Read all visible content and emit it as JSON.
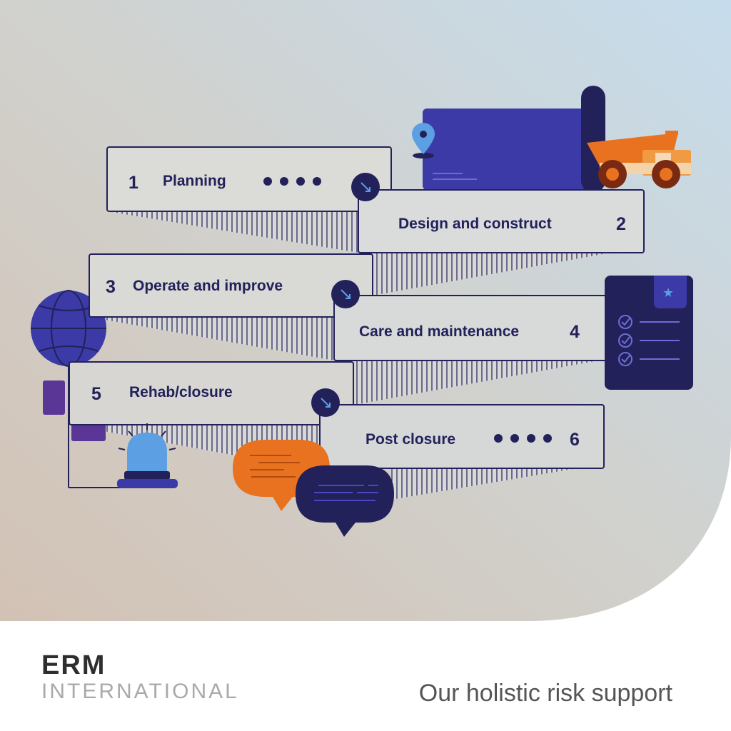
{
  "steps": [
    {
      "number": "1",
      "label": "Planning"
    },
    {
      "number": "2",
      "label": "Design and construct"
    },
    {
      "number": "3",
      "label": "Operate and improve"
    },
    {
      "number": "4",
      "label": "Care and maintenance"
    },
    {
      "number": "5",
      "label": "Rehab/closure"
    },
    {
      "number": "6",
      "label": "Post closure"
    }
  ],
  "brand": {
    "name": "ERM",
    "subtitle": "INTERNATIONAL"
  },
  "tagline": "Our holistic risk support",
  "colors": {
    "navy": "#22215a",
    "purple": "#3b3aa6",
    "orange": "#e8721f",
    "light_blue": "#5c9fe3",
    "violet": "#5a3797"
  },
  "icons": [
    "map-pin-icon",
    "blueprint-scroll-icon",
    "dump-truck-icon",
    "globe-icon",
    "checklist-icon",
    "alarm-siren-icon",
    "chat-bubbles-icon",
    "arrow-down-right-icon"
  ]
}
